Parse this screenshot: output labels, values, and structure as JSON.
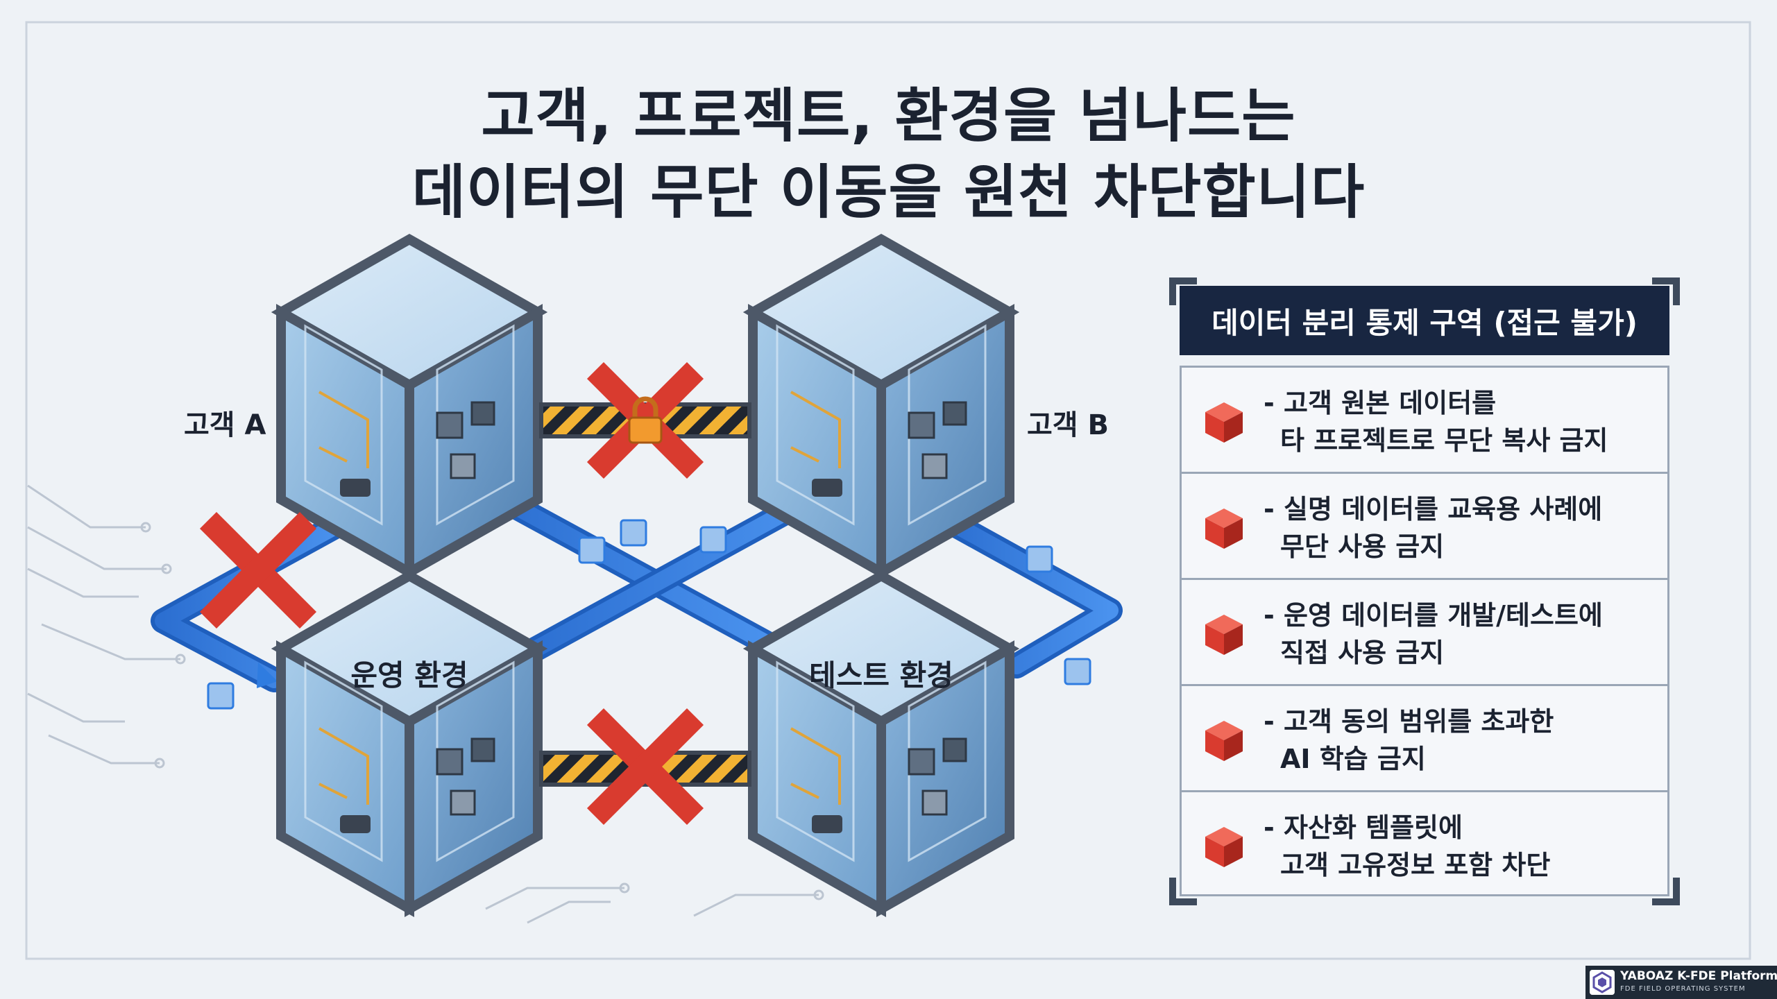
{
  "title": {
    "line1": "고객, 프로젝트, 환경을 넘나드는",
    "line2": "데이터의 무단 이동을 원천 차단합니다"
  },
  "nodes": {
    "customer_a": "고객 A",
    "customer_b": "고객 B",
    "operations_env": "운영 환경",
    "test_env": "테스트 환경"
  },
  "panel": {
    "header": "데이터 분리 통제 구역 (접근 불가)",
    "items": [
      {
        "line1": "- 고객 원본 데이터를",
        "line2": "타 프로젝트로 무단 복사 금지"
      },
      {
        "line1": "- 실명 데이터를 교육용 사례에",
        "line2": "무단 사용 금지"
      },
      {
        "line1": "- 운영 데이터를 개발/테스트에",
        "line2": "직접 사용 금지"
      },
      {
        "line1": "- 고객 동의 범위를 초과한",
        "line2": "AI 학습 금지"
      },
      {
        "line1": "- 자산화 템플릿에",
        "line2": "고객 고유정보 포함 차단"
      }
    ]
  },
  "badge": {
    "title": "YABOAZ K-FDE Platform",
    "subtitle": "FDE FIELD OPERATING SYSTEM"
  },
  "colors": {
    "title_text": "#1b2230",
    "panel_header_bg": "#182641",
    "flow_blue": "#2f7ce0",
    "block_red": "#d93b2f",
    "barrier_yellow": "#f2b233"
  }
}
